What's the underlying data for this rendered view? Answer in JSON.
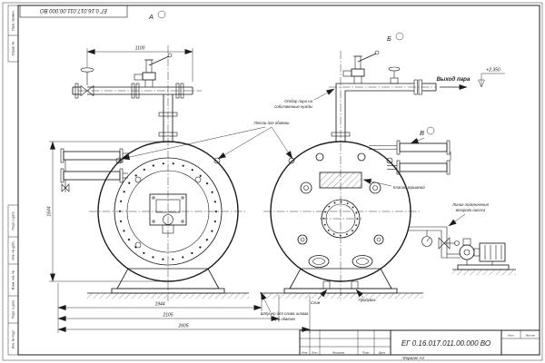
{
  "frame": {
    "top_doc_number": "ЕГ 0.16.017.011.00.000 ВО",
    "stamp_labels": [
      "Перв. примен.",
      "Справ. №",
      "Подп. и дата",
      "Инв. № дубл.",
      "Взам. инв. №",
      "Подп. и дата",
      "Инв. № подл."
    ]
  },
  "title_block": {
    "doc_number": "ЕГ 0.16.017.011.00.000 ВО",
    "col_izm": "Изм.",
    "col_list": "Лист",
    "col_doc": "№ докум.",
    "col_podp": "Подп.",
    "col_data": "Дата",
    "sheet_label": "Лист",
    "sheets_label": "Листов",
    "format_label": "Формат А3"
  },
  "views": {
    "a": "А",
    "b": "Б",
    "v": "В"
  },
  "annotations": {
    "steam_extraction_1": "Отбор пара на",
    "steam_extraction_2": "собственные нужды",
    "loops": "Петли для обвязки",
    "explosion_valve": "Клапан взрывной",
    "steam_outlet": "Выход пара",
    "elevation": "+2,350",
    "pump_line_1": "Линия подключения",
    "pump_line_2": "второго насоса",
    "drain": "Слив",
    "blowdown": "Продувка",
    "sludge_1": "Штуцер для слива шлама",
    "sludge_2": "при обвязке"
  },
  "dimensions": {
    "pipe_span": "1100",
    "shell_diameter": "1644",
    "width_base": "1944",
    "length_mid": "2105",
    "length_total": "2605"
  }
}
